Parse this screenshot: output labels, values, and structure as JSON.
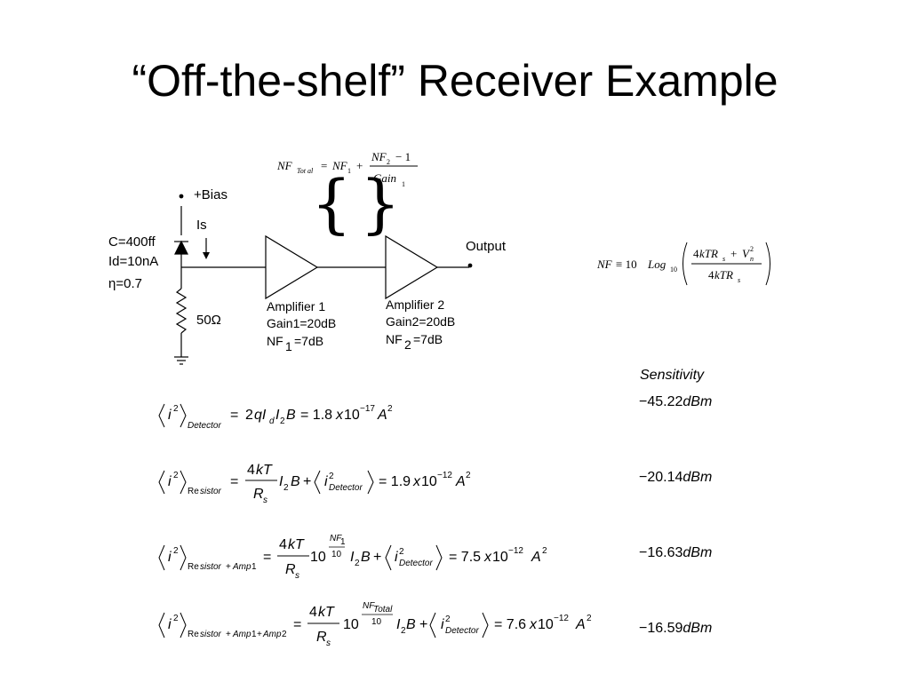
{
  "title": "“Off-the-shelf” Receiver Example",
  "circuit": {
    "bias_label": "+Bias",
    "current_label": "Is",
    "capacitance": "C=400ff",
    "dark_current": "Id=10nA",
    "efficiency": "η=0.7",
    "resistor": "50Ω",
    "output_label": "Output",
    "amp1": {
      "name": "Amplifier 1",
      "gain": "Gain1=20dB",
      "nf_prefix": "NF",
      "nf_sub": "1",
      "nf_value": "=7dB"
    },
    "amp2": {
      "name": "Amplifier 2",
      "gain": "Gain2=20dB",
      "nf_prefix": "NF",
      "nf_sub": "2",
      "nf_value": "=7dB"
    }
  },
  "formulas": {
    "nf_total": "NF_Total = NF_1 + (NF_2 − 1)/Gain_1",
    "nf_def": "NF ≡ 10 Log_10((4kTR_s + V_n²)/(4kTR_s))",
    "detector": "⟨i²⟩_Detector = 2qI_d I_2 B = 1.8x10^−17 A²",
    "resistor": "⟨i²⟩_Resistor = (4kT/R_s) I_2 B + ⟨i²_Detector⟩ = 1.9x10^−12 A²",
    "resistor_amp1": "⟨i²⟩_Resistor+Amp1 = (4kT/R_s) 10^(NF_1/10) I_2 B + ⟨i²_Detector⟩ = 7.5x10^−12 A²",
    "resistor_amp1_amp2": "⟨i²⟩_Resistor+Amp1+Amp2 = (4kT/R_s) 10^(NF_Total/10) I_2 B + ⟨i²_Detector⟩ = 7.6x10^−12 A²"
  },
  "sensitivity": {
    "header": "Sensitivity",
    "rows": [
      {
        "value": "−45.22",
        "unit": "dBm"
      },
      {
        "value": "−20.14",
        "unit": "dBm"
      },
      {
        "value": "−16.63",
        "unit": "dBm"
      },
      {
        "value": "−16.59",
        "unit": "dBm"
      }
    ]
  }
}
